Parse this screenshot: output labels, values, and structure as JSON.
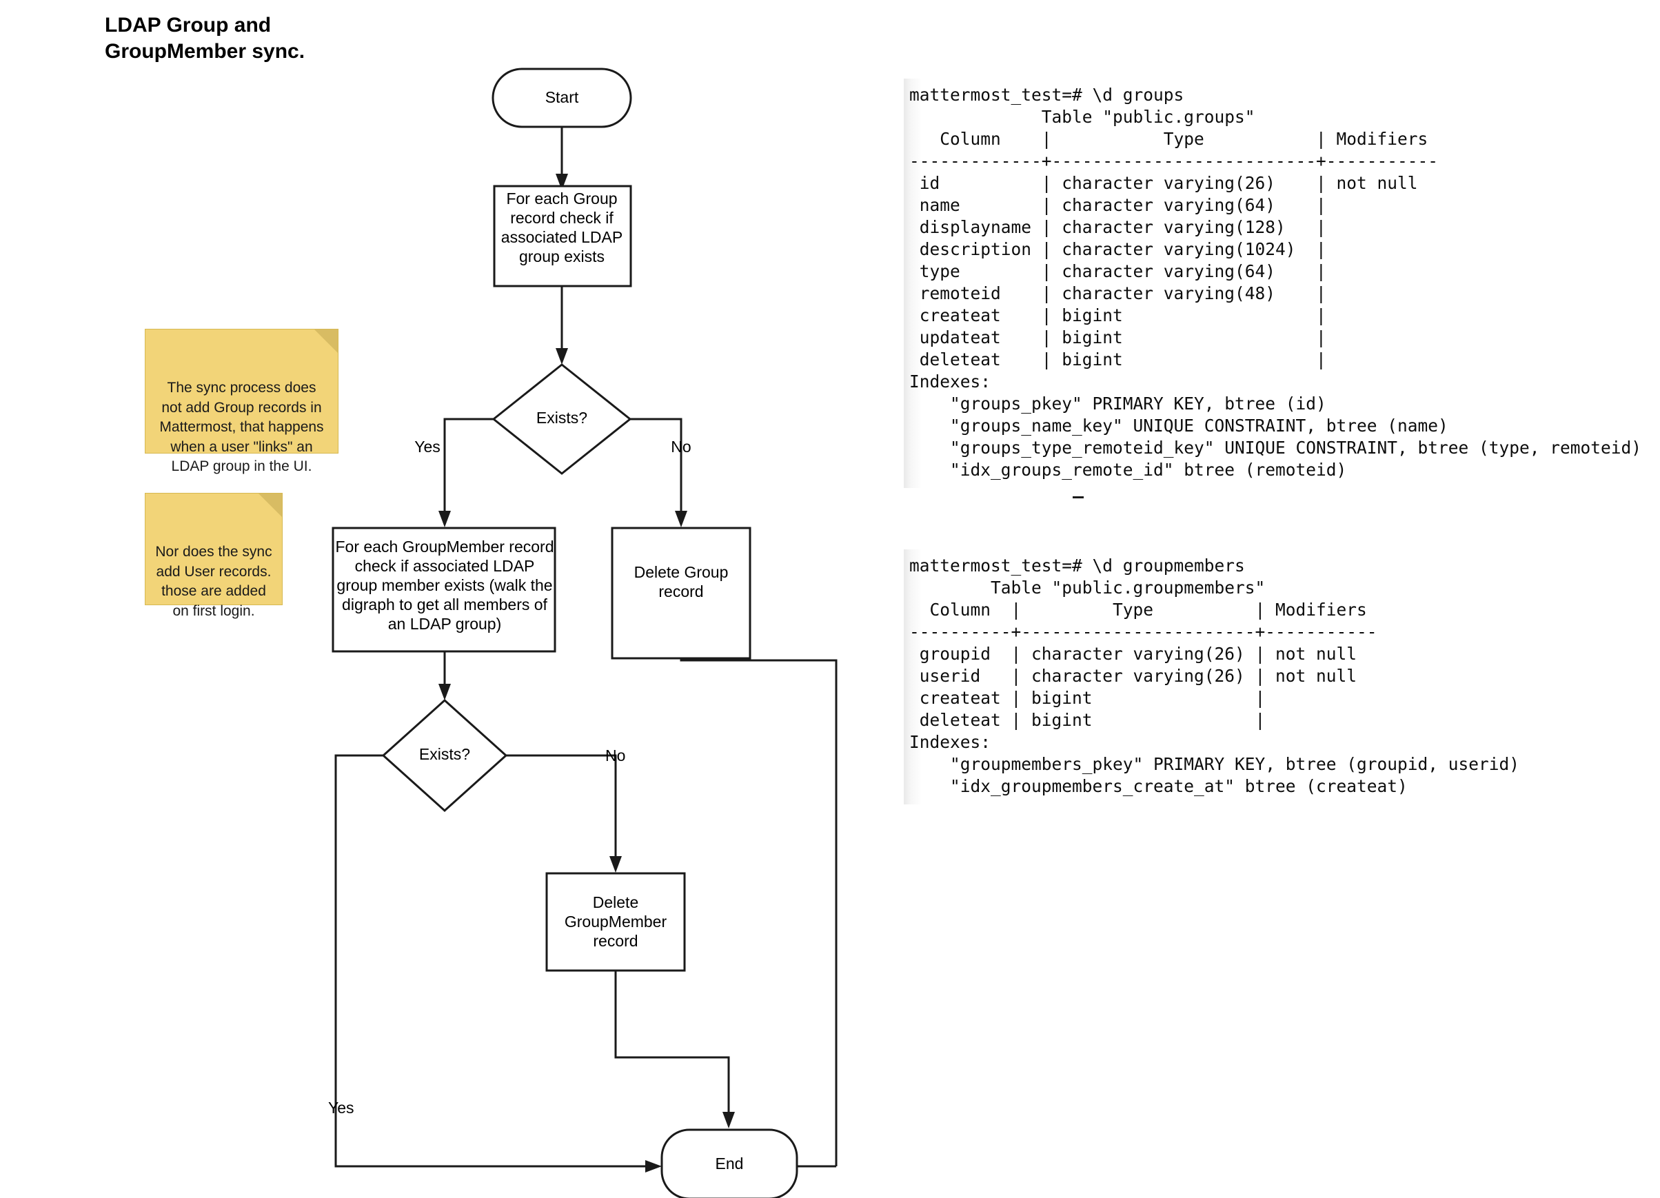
{
  "title": "LDAP Group and\nGroupMember sync.",
  "flowchart": {
    "nodes": {
      "start": "Start",
      "check_group": "For each Group\nrecord check if\nassociated LDAP\ngroup exists",
      "exists_1": "Exists?",
      "check_groupmember": "For each GroupMember record\ncheck if associated LDAP\ngroup member exists (walk the\ndigraph to get all members of\nan LDAP group)",
      "delete_group": "Delete Group\nrecord",
      "exists_2": "Exists?",
      "delete_groupmember": "Delete\nGroupMember\nrecord",
      "end": "End"
    },
    "edge_labels": {
      "exists1_yes": "Yes",
      "exists1_no": "No",
      "exists2_no": "No",
      "exists2_yes": "Yes"
    }
  },
  "notes": [
    {
      "id": "note-1",
      "text": "The sync process does\nnot add Group records in\nMattermost, that happens\nwhen a user \"links\" an\nLDAP group in the UI."
    },
    {
      "id": "note-2",
      "text": "Nor does the sync\nadd User records.\nthose are added\non first login."
    }
  ],
  "terminals": {
    "groups": {
      "prompt": "mattermost_test=# \\d groups",
      "text": "mattermost_test=# \\d groups\n             Table \"public.groups\"\n   Column    |           Type           | Modifiers\n-------------+--------------------------+-----------\n id          | character varying(26)    | not null\n name        | character varying(64)    |\n displayname | character varying(128)   |\n description | character varying(1024)  |\n type        | character varying(64)    |\n remoteid    | character varying(48)    |\n createat    | bigint                   |\n updateat    | bigint                   |\n deleteat    | bigint                   |\nIndexes:\n    \"groups_pkey\" PRIMARY KEY, btree (id)\n    \"groups_name_key\" UNIQUE CONSTRAINT, btree (name)\n    \"groups_type_remoteid_key\" UNIQUE CONSTRAINT, btree (type, remoteid)\n    \"idx_groups_remote_id\" btree (remoteid)"
    },
    "groupmembers": {
      "prompt": "mattermost_test=# \\d groupmembers",
      "text": "mattermost_test=# \\d groupmembers\n        Table \"public.groupmembers\"\n  Column  |         Type          | Modifiers\n----------+-----------------------+-----------\n groupid  | character varying(26) | not null\n userid   | character varying(26) | not null\n createat | bigint                |\n deleteat | bigint                |\nIndexes:\n    \"groupmembers_pkey\" PRIMARY KEY, btree (groupid, userid)\n    \"idx_groupmembers_create_at\" btree (createat)"
    }
  },
  "colors": {
    "note_fill": "#f2d478",
    "note_fold": "#d8bc63",
    "stroke": "#1a1a1a",
    "node_fill": "#ffffff",
    "background": "#ffffff"
  }
}
